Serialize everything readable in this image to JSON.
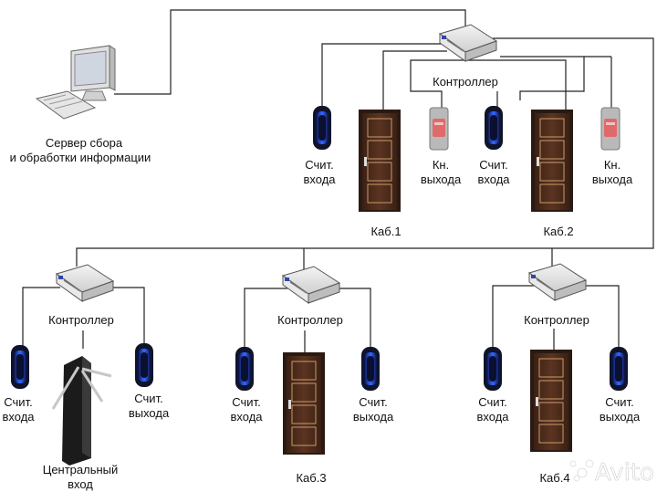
{
  "server": {
    "label_line1": "Сервер сбора",
    "label_line2": "и обработки информации"
  },
  "top_section": {
    "controller": "Контроллер",
    "reader1": {
      "line1": "Счит.",
      "line2": "входа"
    },
    "exit_button1": {
      "line1": "Кн.",
      "line2": "выхода"
    },
    "reader2": {
      "line1": "Счит.",
      "line2": "входа"
    },
    "exit_button2": {
      "line1": "Кн.",
      "line2": "выхода"
    },
    "door1": "Каб.1",
    "door2": "Каб.2"
  },
  "bottom_left": {
    "controller": "Контроллер",
    "reader_in": {
      "line1": "Счит.",
      "line2": "входа"
    },
    "reader_out": {
      "line1": "Счит.",
      "line2": "выхода"
    },
    "turnstile_line1": "Центральный",
    "turnstile_line2": "вход"
  },
  "bottom_mid": {
    "controller": "Контроллер",
    "reader_in": {
      "line1": "Счит.",
      "line2": "входа"
    },
    "reader_out": {
      "line1": "Счит.",
      "line2": "выхода"
    },
    "door": "Каб.3"
  },
  "bottom_right": {
    "controller": "Контроллер",
    "reader_in": {
      "line1": "Счит.",
      "line2": "входа"
    },
    "reader_out": {
      "line1": "Счит.",
      "line2": "выхода"
    },
    "door": "Каб.4"
  },
  "watermark": "Avito",
  "colors": {
    "line": "#222222",
    "reader_glow": "#2f63ff",
    "door": "#4a2a1a",
    "button": "#e06a6a"
  }
}
